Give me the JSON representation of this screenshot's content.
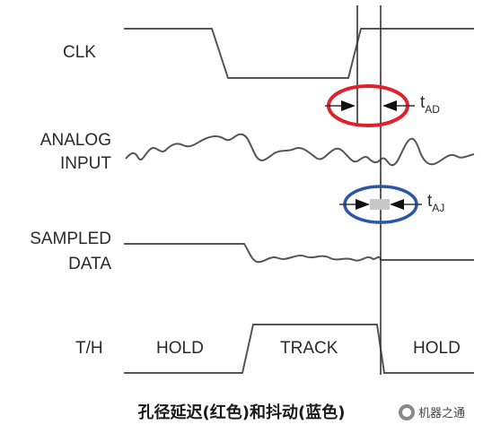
{
  "signals": {
    "clk": "CLK",
    "analog_line1": "ANALOG",
    "analog_line2": "INPUT",
    "sampled_line1": "SAMPLED",
    "sampled_line2": "DATA",
    "th": "T/H"
  },
  "states": {
    "hold_left": "HOLD",
    "track": "TRACK",
    "hold_right": "HOLD"
  },
  "annotations": {
    "tad_main": "t",
    "tad_sub": "AD",
    "taj_main": "t",
    "taj_sub": "AJ"
  },
  "caption": "孔径延迟(红色)和抖动(蓝色)",
  "watermark": "机器之通",
  "colors": {
    "waveform": "#555555",
    "marker_line": "#333333",
    "red_ellipse": "#e0202a",
    "blue_ellipse": "#2a56a8",
    "jitter_fill": "#c8c8c8"
  }
}
